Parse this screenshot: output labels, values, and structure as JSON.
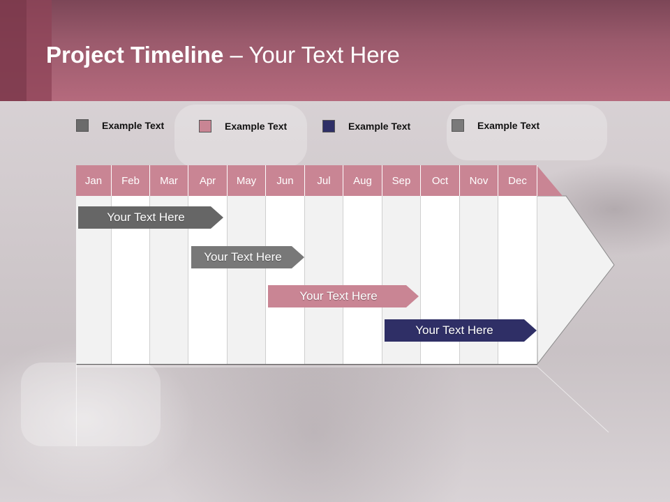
{
  "slide": {
    "title_bold": "Project Timeline",
    "title_rest": " – Your Text Here"
  },
  "legend": [
    {
      "label": "Example Text",
      "color": "#6b6b6b"
    },
    {
      "label": "Example Text",
      "color": "#c98594"
    },
    {
      "label": "Example Text",
      "color": "#2f2f66"
    },
    {
      "label": "Example Text",
      "color": "#7a7a7a"
    }
  ],
  "months": [
    "Jan",
    "Feb",
    "Mar",
    "Apr",
    "May",
    "Jun",
    "Jul",
    "Aug",
    "Sep",
    "Oct",
    "Nov",
    "Dec"
  ],
  "tasks": [
    {
      "label": "Your  Text Here",
      "color": "#666666",
      "start": "Jan",
      "end": "Apr"
    },
    {
      "label": "Your  Text Here",
      "color": "#787878",
      "start": "Apr",
      "end": "Jun"
    },
    {
      "label": "Your  Text Here",
      "color": "#c98594",
      "start": "Jun",
      "end": "Sep"
    },
    {
      "label": "Your  Text Here",
      "color": "#2f2f66",
      "start": "Sep",
      "end": "Dec"
    }
  ],
  "colors": {
    "header": "#9a5a6c",
    "month_header": "#c98594",
    "column_light": "#f2f2f2",
    "column_white": "#ffffff"
  }
}
